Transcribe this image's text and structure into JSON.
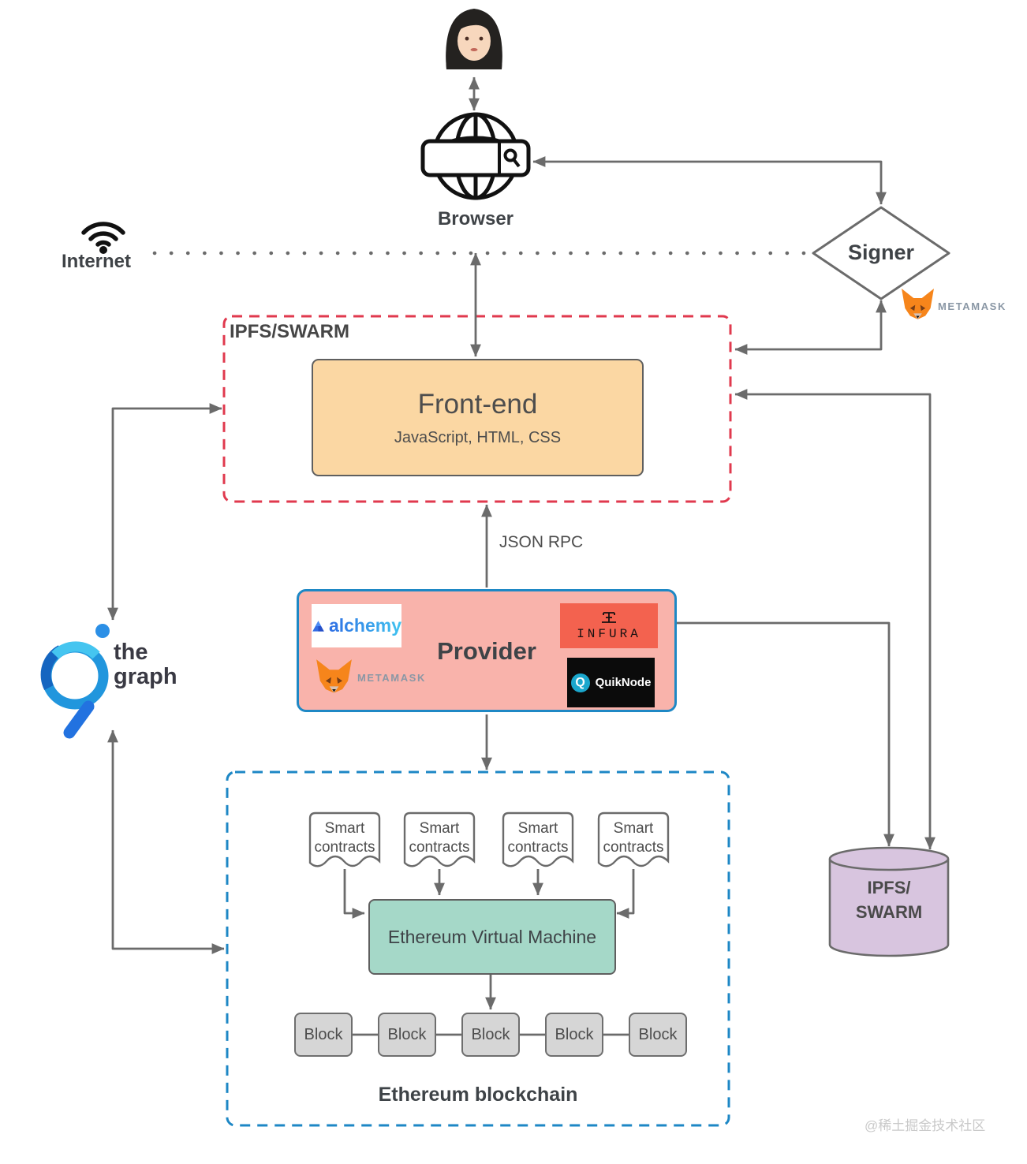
{
  "nodes": {
    "user": {
      "icon": "woman-emoji"
    },
    "browser": {
      "label": "Browser",
      "icon": "globe-search-icon"
    },
    "internet": {
      "label": "Internet",
      "icon": "wifi-icon"
    },
    "signer": {
      "label": "Signer"
    },
    "metamask": {
      "label": "METAMASK",
      "icon": "metamask-fox-icon"
    },
    "ipfs_zone": {
      "label": "IPFS/SWARM"
    },
    "frontend": {
      "title": "Front-end",
      "subtitle": "JavaScript, HTML, CSS"
    },
    "json_rpc_label": "JSON RPC",
    "provider": {
      "title": "Provider",
      "alchemy_label": "alchemy",
      "infura_label": "INFURA",
      "metamask_label": "METAMASK",
      "quiknode_label": "QuikNode",
      "quiknode_q": "Q"
    },
    "the_graph": {
      "line1": "the",
      "line2": "graph",
      "icon": "the-graph-logo"
    },
    "eth_zone": {
      "label": "Ethereum blockchain"
    },
    "smart_contracts": [
      {
        "line1": "Smart",
        "line2": "contracts"
      },
      {
        "line1": "Smart",
        "line2": "contracts"
      },
      {
        "line1": "Smart",
        "line2": "contracts"
      },
      {
        "line1": "Smart",
        "line2": "contracts"
      }
    ],
    "evm": {
      "label": "Ethereum Virtual Machine"
    },
    "blocks": [
      "Block",
      "Block",
      "Block",
      "Block",
      "Block"
    ],
    "ipfs_store": {
      "line1": "IPFS/",
      "line2": "SWARM"
    }
  },
  "watermark": "@稀土掘金技术社区",
  "colors": {
    "zone_red": "#e0394e",
    "zone_blue": "#1d87c5",
    "frontend_fill": "#fbd7a3",
    "provider_fill": "#f9b3ab",
    "provider_border": "#1e88c5",
    "evm_fill": "#a5d8c8",
    "block_fill": "#d6d6d6",
    "cylinder_fill": "#d8c5df",
    "infura_fill": "#f3624f",
    "arrow_gray": "#6b6b6b"
  }
}
